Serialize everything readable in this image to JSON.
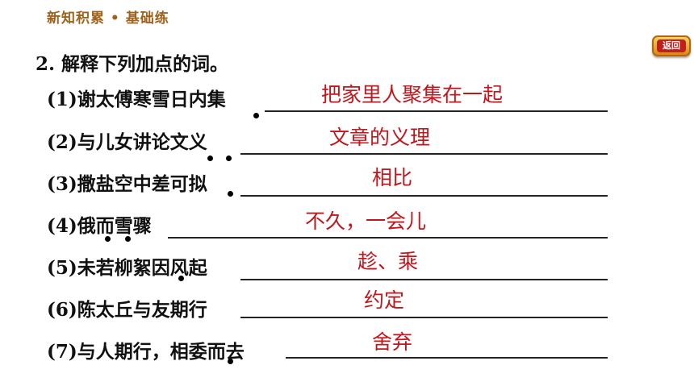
{
  "header": {
    "title": "新知积累 • 基础练"
  },
  "back_button": {
    "label": "返回"
  },
  "question": {
    "title": "2. 解释下列加点的词。"
  },
  "items": [
    {
      "label": "(1)谢太傅寒雪日内集",
      "answer": "把家里人聚集在一起"
    },
    {
      "label": "(2)与儿女讲论文义",
      "answer": "文章的义理"
    },
    {
      "label": "(3)撒盐空中差可拟",
      "answer": "相比"
    },
    {
      "label": "(4)俄而雪骤",
      "answer": "不久，一会儿"
    },
    {
      "label": "(5)未若柳絮因风起",
      "answer": "趁、乘"
    },
    {
      "label": "(6)陈太丘与友期行",
      "answer": "约定"
    },
    {
      "label": "(7)与人期行，相委而去",
      "answer": "舍弃"
    }
  ]
}
